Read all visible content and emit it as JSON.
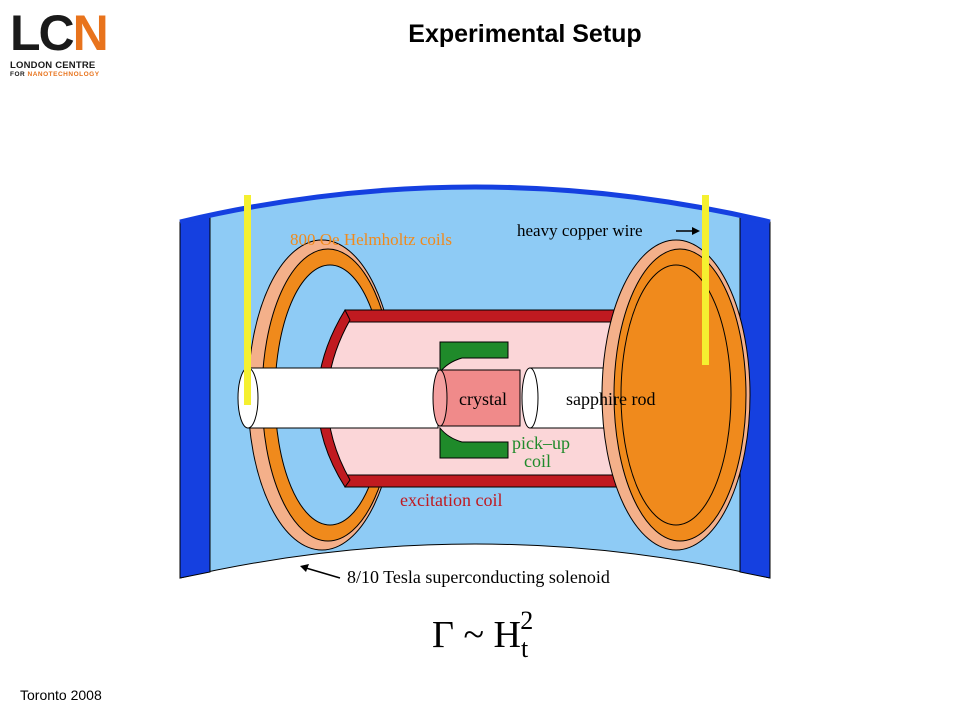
{
  "header": {
    "title": "Experimental Setup"
  },
  "logo": {
    "letters_1": "LC",
    "letters_2": "N",
    "line1": "LONDON CENTRE",
    "line2_a": "FOR",
    "line2_b": "NANOTECHNOLOGY"
  },
  "diagram": {
    "labels": {
      "helmholtz": "800 Oe Helmholtz coils",
      "copper_wire": "heavy copper wire",
      "crystal": "crystal",
      "sapphire_rod": "sapphire rod",
      "pickup_1": "pick–up",
      "pickup_2": "coil",
      "excitation": "excitation coil",
      "solenoid": "8/10 Tesla superconducting solenoid"
    },
    "colors": {
      "solenoid_fill": "#8ecbf5",
      "solenoid_wall": "#1540e0",
      "helmholtz": "#f08a1c",
      "excitation": "#c01a20",
      "pickup": "#1f8a2a",
      "crystal": "#f08a8a",
      "wire": "#f5f030"
    }
  },
  "formula": {
    "main": "Γ ~ H",
    "sub": "t",
    "sup": "2"
  },
  "footer": {
    "text": "Toronto 2008"
  }
}
